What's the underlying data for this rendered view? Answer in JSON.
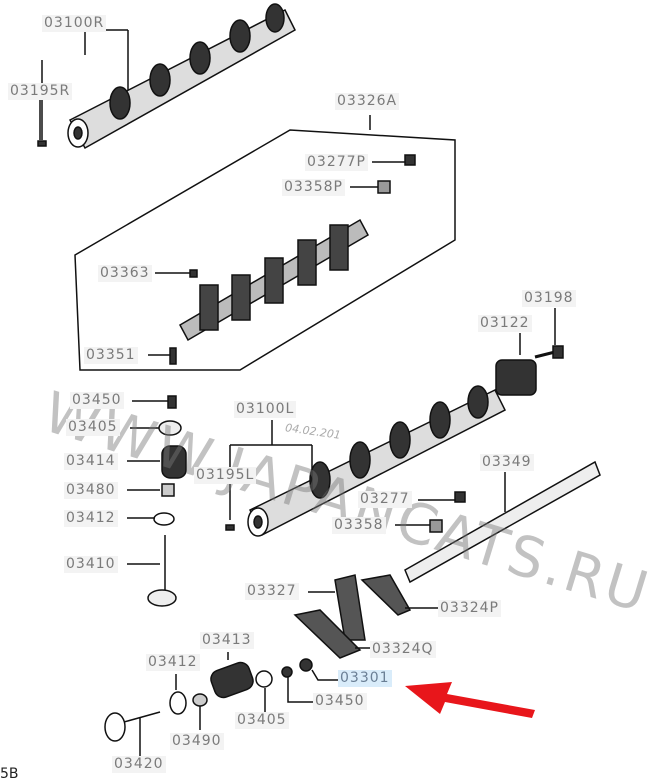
{
  "labels": {
    "cam_r": "03100R",
    "pin_r": "03195R",
    "rocker_assy": "03326A",
    "bolt_p": "03277P",
    "washer_p": "03358P",
    "plug": "03363",
    "bolt_03198": "03198",
    "pulley": "03122",
    "pin_03351": "03351",
    "cotter_top": "03450",
    "retainer_top": "03405",
    "cam_l": "03100L",
    "spring_top": "03414",
    "pin_l": "03195L",
    "shaft": "03349",
    "seal_top": "03480",
    "seat_top": "03412",
    "bolt": "03277",
    "washer": "03358",
    "valve_top": "03410",
    "rocker": "03327",
    "rocker_p": "03324P",
    "spring_bot": "03413",
    "rocker_q": "03324Q",
    "seat_bot": "03412",
    "adjuster": "03301",
    "cotter_bot": "03450",
    "retainer_bot": "03405",
    "seal_bot": "03490",
    "valve_bot": "03420"
  },
  "watermark": "WWW.JAPANCATS.RU",
  "date_stamp": "04.02.201",
  "corner_text": "5B",
  "colors": {
    "arrow": "#e8161b",
    "highlight": "#d9ecfa"
  }
}
